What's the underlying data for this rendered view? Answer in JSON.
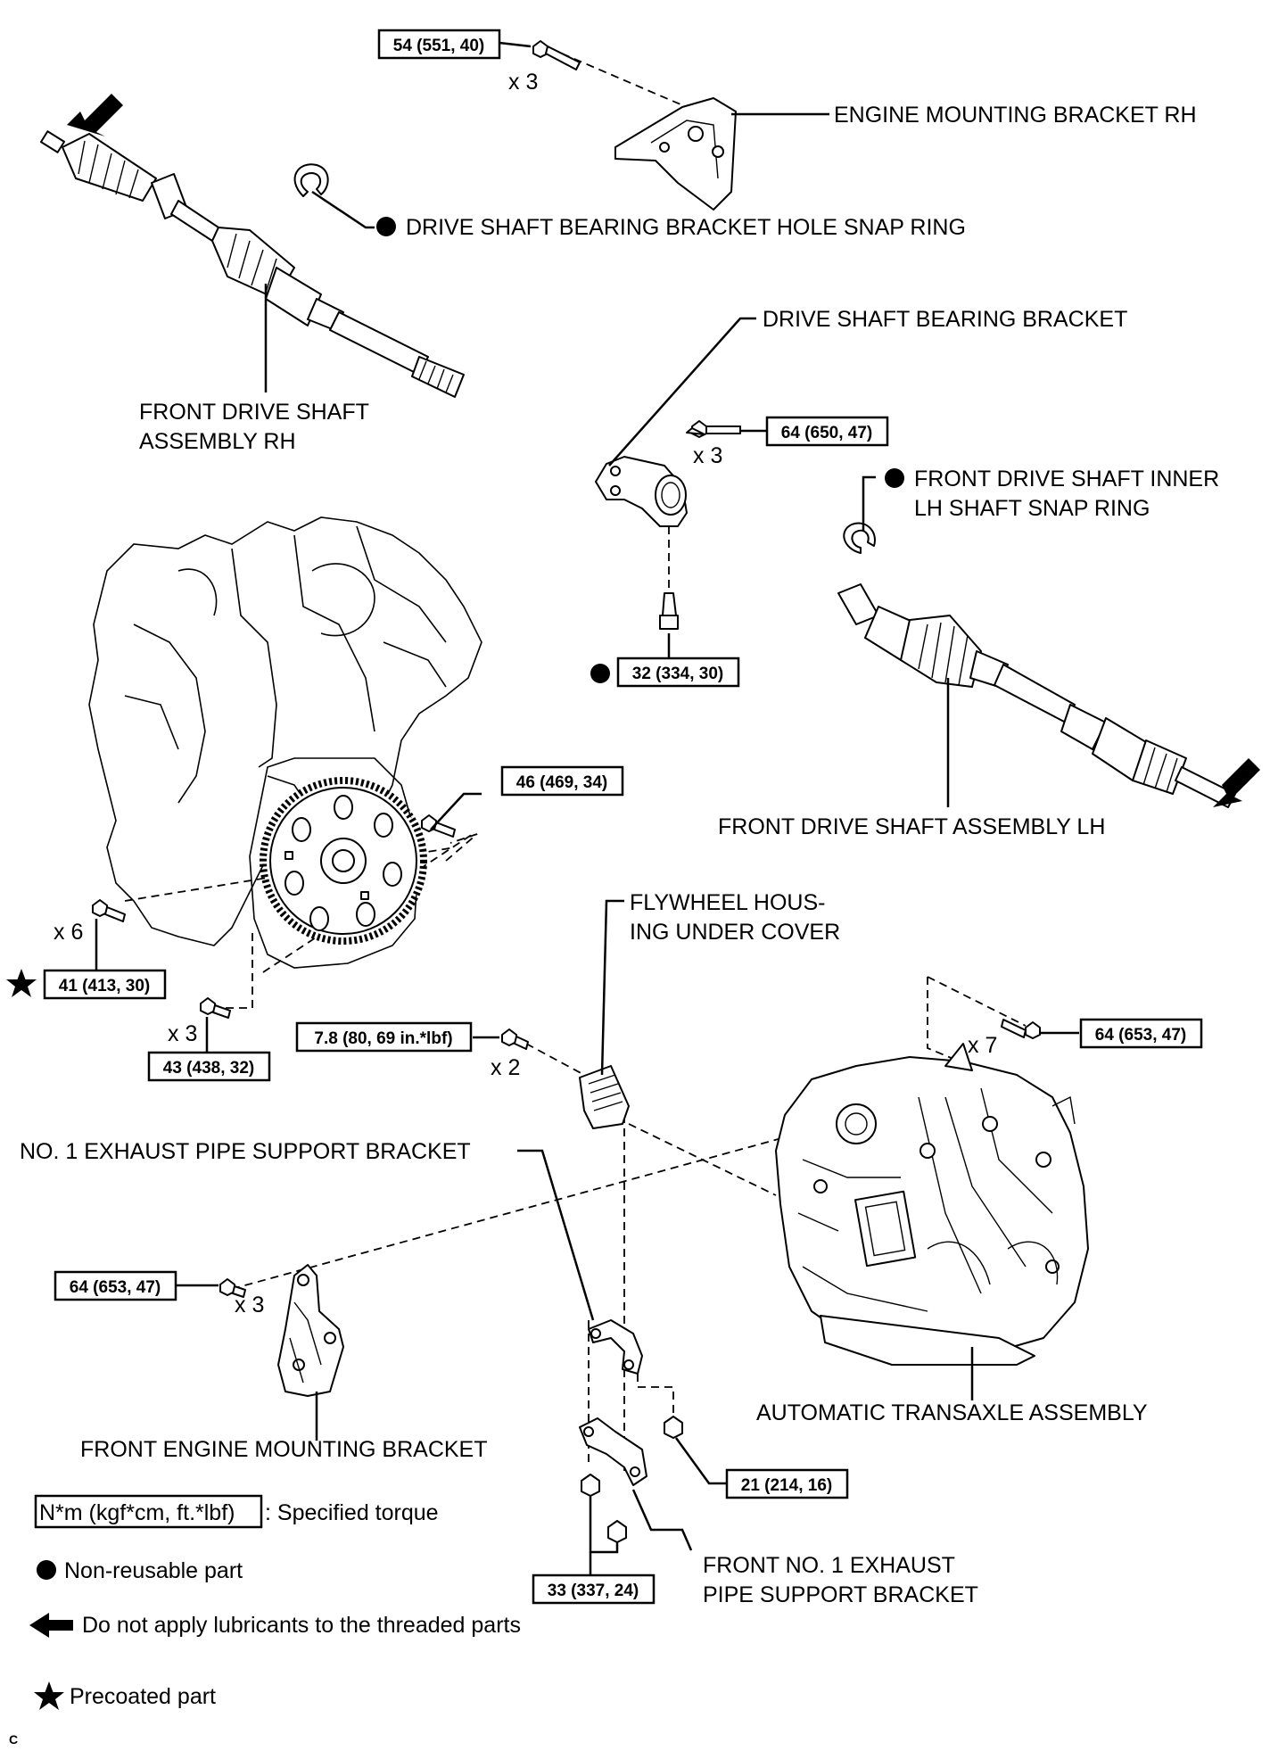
{
  "labels": {
    "engine_mounting_bracket_rh": "ENGINE MOUNTING BRACKET RH",
    "snap_ring_rh": "DRIVE SHAFT BEARING BRACKET HOLE SNAP RING",
    "front_drive_shaft_rh_l1": "FRONT DRIVE SHAFT",
    "front_drive_shaft_rh_l2": "ASSEMBLY RH",
    "bearing_bracket": "DRIVE SHAFT BEARING BRACKET",
    "snap_ring_lh_l1": "FRONT DRIVE SHAFT INNER",
    "snap_ring_lh_l2": "LH SHAFT SNAP RING",
    "front_drive_shaft_lh": "FRONT DRIVE SHAFT ASSEMBLY LH",
    "flywheel_cover_l1": "FLYWHEEL HOUS-",
    "flywheel_cover_l2": "ING UNDER COVER",
    "exhaust_support_bracket": "NO. 1 EXHAUST PIPE SUPPORT BRACKET",
    "front_engine_mounting_bracket": "FRONT ENGINE MOUNTING BRACKET",
    "automatic_transaxle": "AUTOMATIC TRANSAXLE ASSEMBLY",
    "front_exhaust_bracket_l1": "FRONT NO. 1 EXHAUST",
    "front_exhaust_bracket_l2": "PIPE SUPPORT BRACKET"
  },
  "torques": {
    "t_551": "54 (551, 40)",
    "t_650": "64 (650, 47)",
    "t_334": "32 (334, 30)",
    "t_469": "46 (469, 34)",
    "t_413": "41 (413, 30)",
    "t_438": "43 (438, 32)",
    "t_80": "7.8 (80, 69 in.*lbf)",
    "t_653_right": "64 (653, 47)",
    "t_653_left": "64 (653, 47)",
    "t_214": "21 (214, 16)",
    "t_337": "33 (337, 24)"
  },
  "quantities": {
    "q_551": "x 3",
    "q_650": "x 3",
    "q_413": "x 6",
    "q_438": "x 3",
    "q_80": "x 2",
    "q_653_right": "x 7",
    "q_653_left": "x 3"
  },
  "legend": {
    "torque_unit": "N*m (kgf*cm, ft.*lbf)",
    "torque_desc": ": Specified torque",
    "non_reusable": "Non-reusable part",
    "no_lubricant": "Do not apply lubricants to the threaded parts",
    "precoated": "Precoated part"
  },
  "corner_mark": "C"
}
